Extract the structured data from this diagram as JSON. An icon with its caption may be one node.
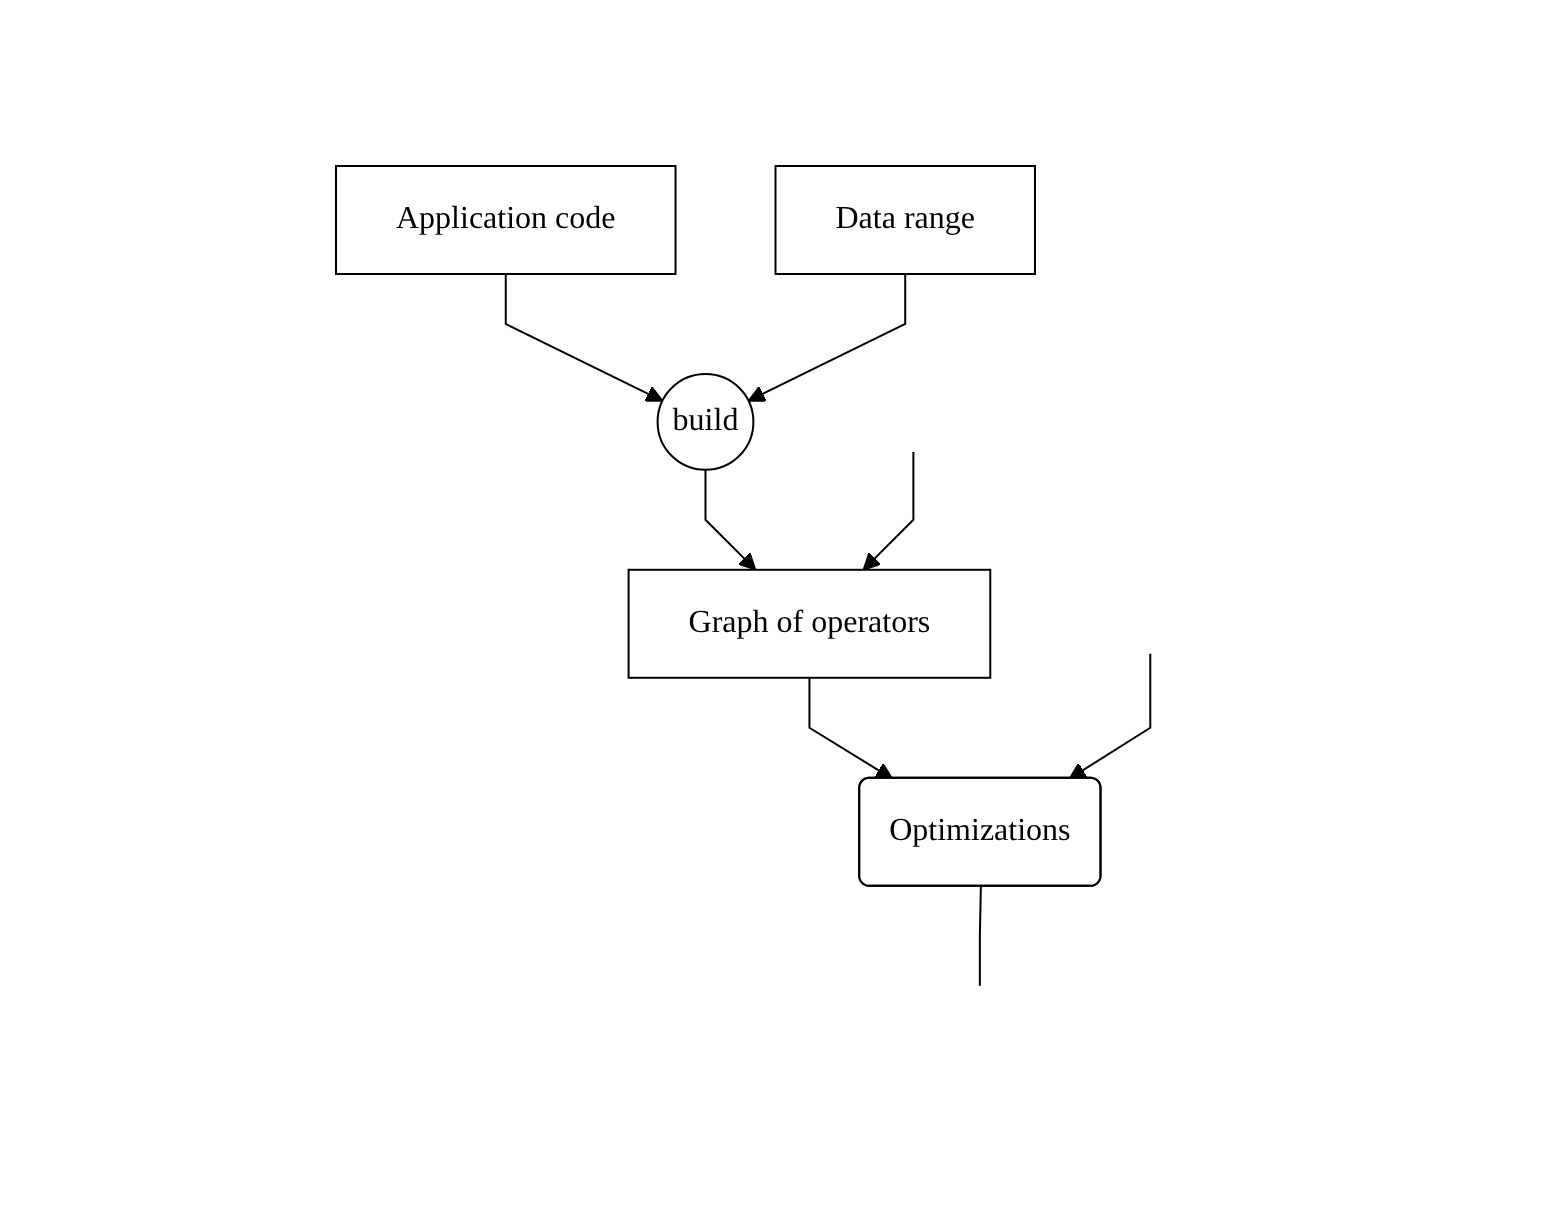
{
  "diagram": {
    "nodes": [
      {
        "text": [
          "Application code"
        ]
      },
      {
        "text": [
          "Data range"
        ]
      },
      {
        "text": [
          "build"
        ]
      },
      {
        "text": [
          "Graph of operators"
        ]
      },
      {
        "text": [
          "Optimizations"
        ]
      }
    ],
    "edges": [
      {
        "from": 0,
        "to": 2,
        "arrow": "to"
      },
      {
        "from": 1,
        "to": 2,
        "arrow": "to"
      },
      {
        "from": 2,
        "to": 3,
        "arrow": "to"
      },
      {
        "from": 3,
        "to": 4,
        "arrow": "to"
      },
      {
        "from": null,
        "to": 4,
        "arrow": "to"
      },
      {
        "from": 4,
        "to": null,
        "arrow": "none"
      },
      {
        "from": null,
        "to": 3,
        "arrow": "to"
      }
    ]
  }
}
